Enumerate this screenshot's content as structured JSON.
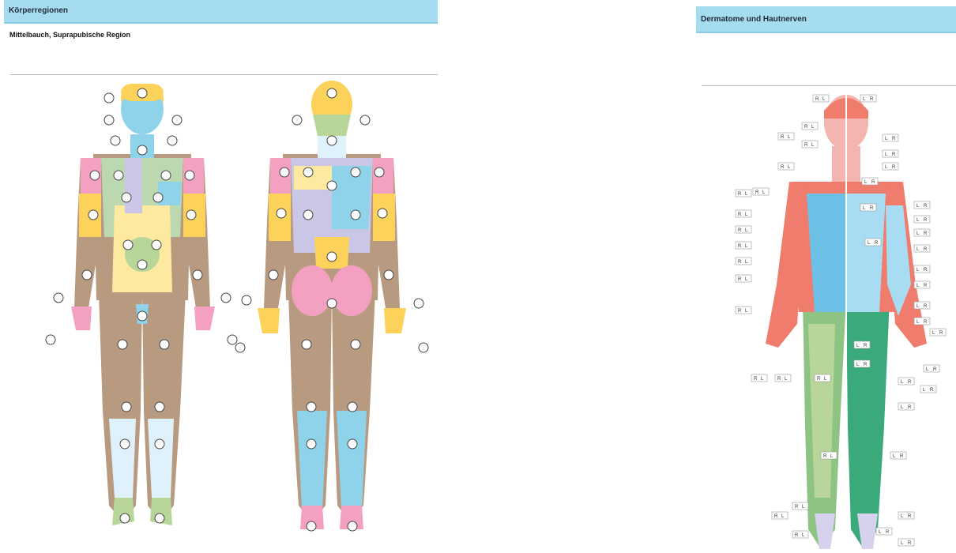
{
  "left_panel": {
    "header": "Körperregionen",
    "subtitle": "Mittelbauch, Suprapubische Region"
  },
  "right_panel": {
    "header": "Dermatome und Hautnerven"
  },
  "figures": {
    "front_figure": "body-front-regions",
    "back_figure": "body-back-regions",
    "dermatome_figure": "body-dermatome-map"
  },
  "label_tags": {
    "right": "R",
    "left": "L"
  },
  "colors": {
    "header_bg": "#a6dcf0",
    "skin_brown": "#b89a80",
    "region_yellow": "#fcd25a",
    "region_blue": "#8fd3ea",
    "region_pink": "#f4a0c0",
    "region_green": "#b9d69a",
    "dermatome_red": "#ef7c6c",
    "dermatome_blue": "#6ec1e6",
    "dermatome_green": "#8dc383"
  }
}
